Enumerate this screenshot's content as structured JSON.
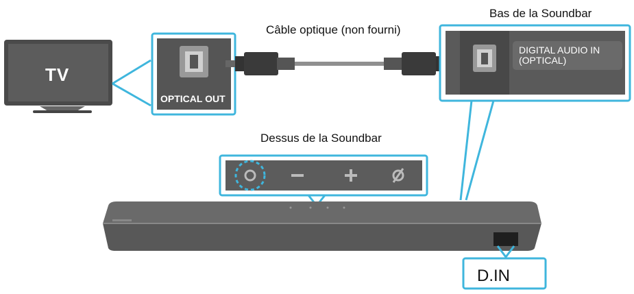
{
  "labels": {
    "tv": "TV",
    "optical_out": "OPTICAL OUT",
    "cable": "Câble optique (non fourni)",
    "soundbar_bottom": "Bas de la Soundbar",
    "digital_audio_in": "DIGITAL AUDIO IN\n(OPTICAL)",
    "soundbar_top": "Dessus de la Soundbar",
    "d_in": "D.IN"
  },
  "controls": [
    {
      "symbol": "⊙",
      "icon": "power-multifunction-icon"
    },
    {
      "symbol": "−",
      "icon": "volume-down-icon"
    },
    {
      "symbol": "+",
      "icon": "volume-up-icon"
    },
    {
      "symbol": "ø",
      "icon": "mic-off-icon"
    }
  ],
  "colors": {
    "accent": "#3fb6dd",
    "dark": "#3c3c3c",
    "panel": "#555555"
  }
}
